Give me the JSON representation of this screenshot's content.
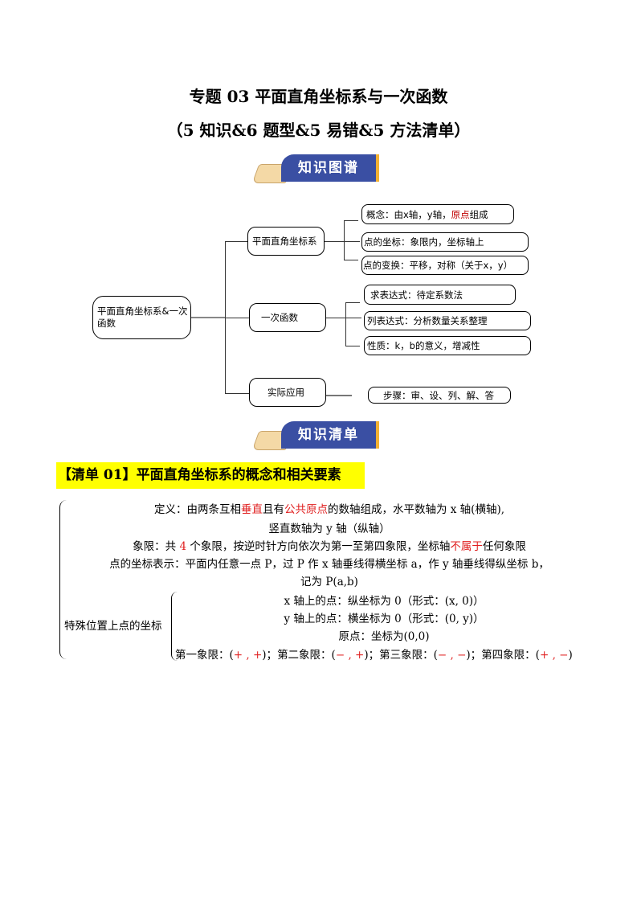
{
  "title": "专题 03  平面直角坐标系与一次函数",
  "subtitle": "（5 知识&6 题型&5 易错&5 方法清单）",
  "banners": {
    "map": "知识图谱",
    "list": "知识清单"
  },
  "mindmap": {
    "root": "平面直角坐标系&一次函数",
    "branches": [
      {
        "label": "平面直角坐标系",
        "leaves": [
          {
            "pre": "概念：由x轴，y轴，",
            "red": "原点",
            "post": "组成"
          },
          {
            "pre": "点的坐标：象限内，坐标轴上"
          },
          {
            "pre": "点的变换：平移，对称（关于x，y）"
          }
        ]
      },
      {
        "label": "一次函数",
        "leaves": [
          {
            "pre": "求表达式：待定系数法"
          },
          {
            "pre": "列表达式：分析数量关系整理"
          },
          {
            "pre": "性质：k，b的意义，增减性"
          }
        ]
      },
      {
        "label": "实际应用",
        "leaves": [
          {
            "pre": "步骤：审、设、列、解、答"
          }
        ]
      }
    ]
  },
  "section": {
    "heading": "【清单 01】平面直角坐标系的概念和相关要素",
    "def": {
      "a": "定义：由两条互相",
      "b": "垂直",
      "c": "且有",
      "d": "公共原点",
      "e": "的数轴组成，水平数轴为 x 轴(横轴),"
    },
    "def2": "竖直数轴为 y 轴（纵轴）",
    "quad": {
      "a": "象限：共 ",
      "b": "4",
      "c": " 个象限，按逆时针方向依次为第一至第四象限，坐标轴",
      "d": "不属于",
      "e": "任何象限"
    },
    "coord": "点的坐标表示：平面内任意一点 P，过 P 作 x 轴垂线得横坐标 a，作 y 轴垂线得纵坐标 b，",
    "coord2": "记为 P(a,b)",
    "special_label": "特殊位置上点的坐标",
    "xaxis": "x 轴上的点：纵坐标为 0（形式：(x, 0)）",
    "yaxis": "y 轴上的点：横坐标为 0（形式：(0, y)）",
    "origin": "原点：坐标为(0,0)",
    "quadrants": [
      {
        "label": "第一象限：(",
        "sign": "+ , +",
        "end": ")；"
      },
      {
        "label": "第二象限：(",
        "sign": "− , +",
        "end": ")；"
      },
      {
        "label": "第三象限：(",
        "sign": "− , −",
        "end": ")；"
      },
      {
        "label": "第四象限：(",
        "sign": "+ , −",
        "end": ")"
      }
    ]
  }
}
